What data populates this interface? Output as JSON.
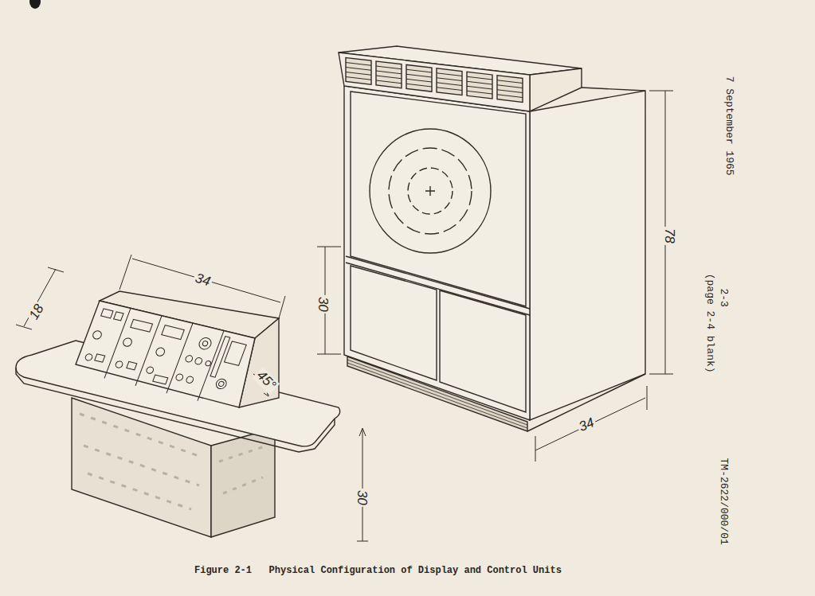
{
  "diagram": {
    "caption": "Figure 2-1   Physical Configuration of Display and Control Units",
    "labels": [
      "34",
      "18",
      "45°",
      "30",
      "30",
      "78",
      "34",
      "7 September 1965",
      "2-3",
      "(page 2-4 blank)",
      "TM-2622/000/01"
    ]
  }
}
